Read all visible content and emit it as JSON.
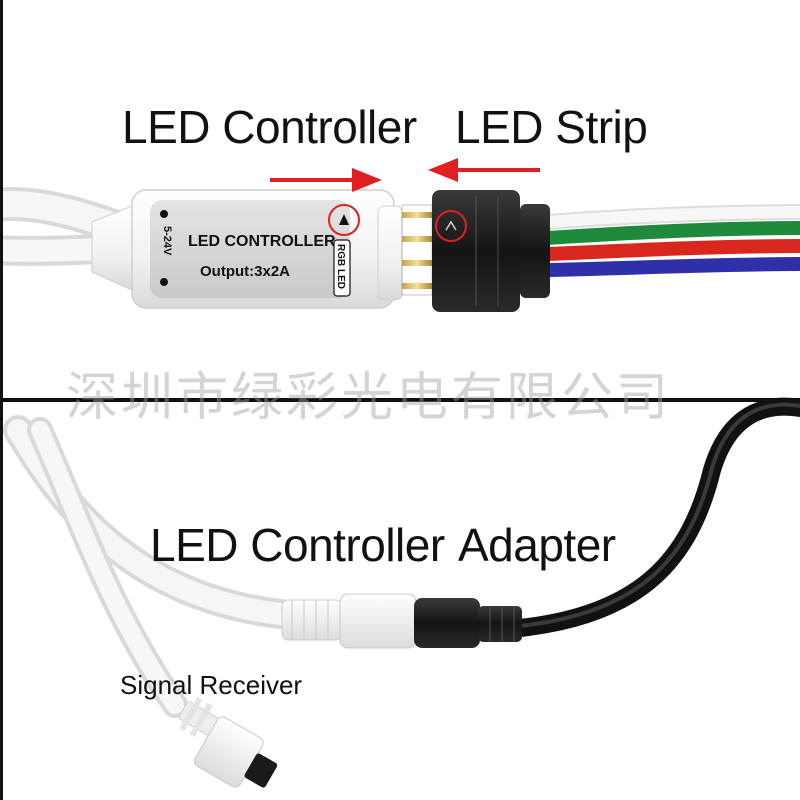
{
  "top_panel": {
    "controller_label": "LED Controller",
    "strip_label": "LED Strip",
    "device_text": {
      "title": "LED CONTROLLER",
      "output": "Output:3x2A",
      "voltage": "5-24V",
      "port": "RGB LED"
    }
  },
  "bottom_panel": {
    "controller_label": "LED Controller",
    "adapter_label": "Adapter",
    "receiver_label": "Signal Receiver"
  },
  "watermark": "深圳市绿彩光电有限公司",
  "colors": {
    "arrow": "#e02020",
    "divider": "#111111",
    "wire_green": "#1f8a3c",
    "wire_red": "#d8281e",
    "wire_blue": "#2f2fa8",
    "wire_white": "#f2f2f2",
    "cable_black": "#111111"
  }
}
